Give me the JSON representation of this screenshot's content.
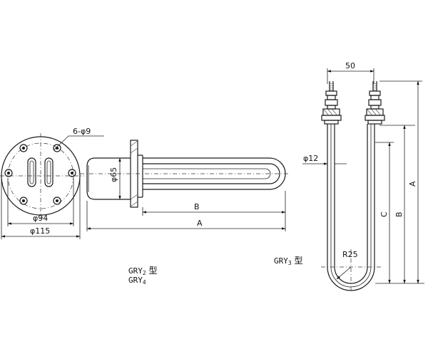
{
  "flange_view": {
    "hole_note": "6-φ9",
    "inner_diameter": "φ94",
    "outer_diameter": "φ115"
  },
  "side_view": {
    "body_diameter": "φ65",
    "dim_B": "B",
    "dim_A": "A"
  },
  "u_tube_view": {
    "spacing": "50",
    "tube_diameter": "φ12",
    "radius": "R25",
    "dim_A": "A",
    "dim_B": "B",
    "dim_C": "C"
  },
  "model_labels": {
    "gry2_prefix": "GRY",
    "gry2_sub": "2",
    "gry2_suffix": " 型",
    "gry4_prefix": "GRY",
    "gry4_sub": "4",
    "gry3_prefix": "GRY",
    "gry3_sub": "3",
    "gry3_suffix": " 型"
  }
}
